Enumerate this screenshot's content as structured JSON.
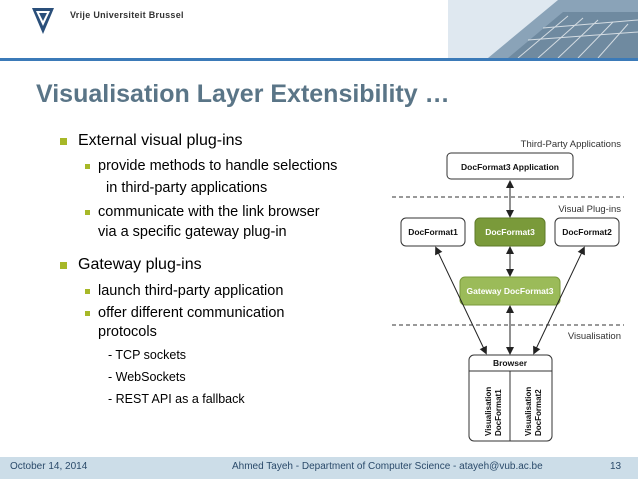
{
  "header": {
    "university_name": "Vrije Universiteit Brussel"
  },
  "title": "Visualisation Layer Extensibility …",
  "bullets": {
    "external": {
      "label": "External visual plug-ins",
      "items": [
        {
          "line1": "provide methods to handle selections",
          "line2": "in third-party applications"
        },
        {
          "line1": "communicate with the link browser",
          "line2": "via a specific gateway plug-in"
        }
      ]
    },
    "gateway": {
      "label": "Gateway plug-ins",
      "items": [
        {
          "line1": "launch third-party application"
        },
        {
          "line1": "offer different communication",
          "line2": "protocols"
        }
      ],
      "protocols": [
        "TCP sockets",
        "WebSockets",
        "REST API as a fallback"
      ]
    }
  },
  "diagram": {
    "layer_third_party": "Third-Party Applications",
    "layer_visual_plugins": "Visual Plug-ins",
    "layer_visualisation": "Visualisation",
    "app_box": "DocFormat3 Application",
    "docformat1": "DocFormat1",
    "docformat3": "DocFormat3",
    "docformat2": "DocFormat2",
    "gateway": "Gateway DocFormat3",
    "browser": "Browser",
    "vis1_line1": "Visualisation",
    "vis1_line2": "DocFormat1",
    "vis2_line1": "Visualisation",
    "vis2_line2": "DocFormat2",
    "colors": {
      "green": "#9bbb59",
      "green_dark": "#7a9a3a",
      "border": "#333333"
    }
  },
  "footer": {
    "date": "October 14, 2014",
    "author": "Ahmed Tayeh - Department of Computer Science - atayeh@vub.ac.be",
    "page": "13"
  }
}
